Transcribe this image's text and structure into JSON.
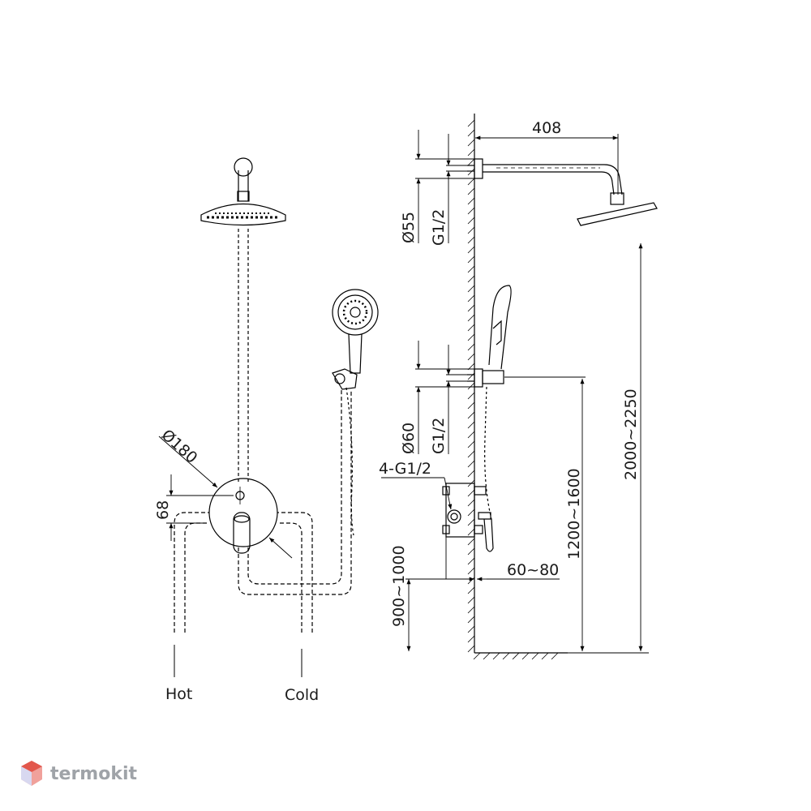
{
  "front_view": {
    "diameter_plate": "Ø180",
    "height_offset": "68",
    "hot_label": "Hot",
    "cold_label": "Cold"
  },
  "side_view": {
    "arm_length": "408",
    "flange_upper": "Ø55",
    "thread_upper": "G1/2",
    "flange_lower": "Ø60",
    "thread_lower": "G1/2",
    "box_ports": "4-G1/2",
    "box_height": "900~1000",
    "handset_height": "1200~1600",
    "head_height": "2000~2250",
    "recess_depth": "60~80"
  },
  "logo": {
    "text": "termokit",
    "color": "#e2574c"
  }
}
